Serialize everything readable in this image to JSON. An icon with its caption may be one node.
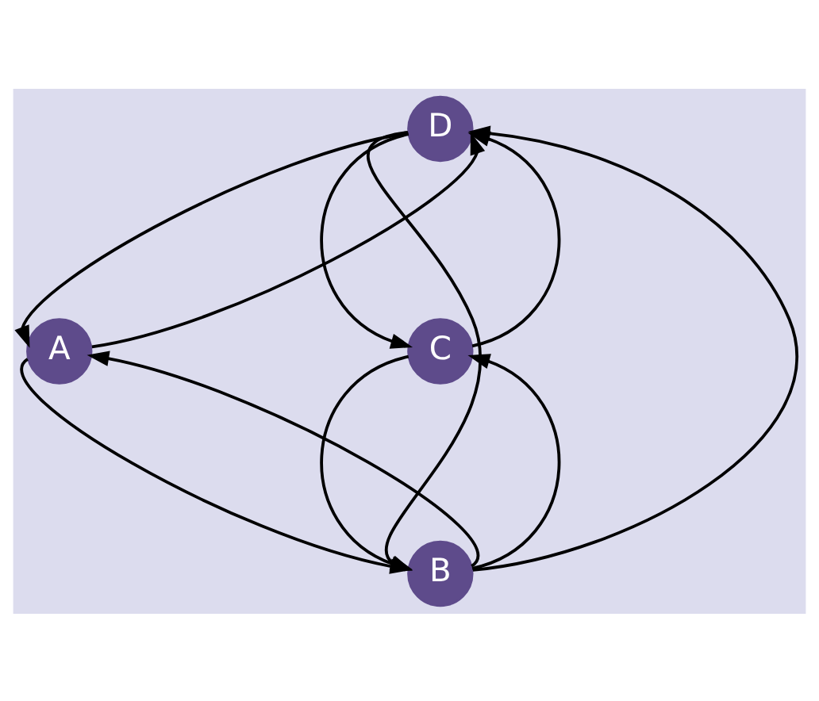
{
  "diagram": {
    "nodes": [
      {
        "text": [
          "D"
        ]
      },
      {
        "text": [
          "A"
        ]
      },
      {
        "text": [
          "C"
        ]
      },
      {
        "text": [
          "B"
        ]
      }
    ],
    "edges": [
      {
        "from": 0,
        "to": 1,
        "arrow": "to"
      },
      {
        "from": 1,
        "to": 0,
        "arrow": "to"
      },
      {
        "from": 0,
        "to": 3,
        "arrow": "to"
      },
      {
        "from": 3,
        "to": 0,
        "arrow": "to"
      },
      {
        "from": 0,
        "to": 2,
        "arrow": "to"
      },
      {
        "from": 2,
        "to": 0,
        "arrow": "to"
      },
      {
        "from": 1,
        "to": 3,
        "arrow": "to"
      },
      {
        "from": 3,
        "to": 1,
        "arrow": "to"
      },
      {
        "from": 2,
        "to": 3,
        "arrow": "to"
      },
      {
        "from": 3,
        "to": 2,
        "arrow": "to"
      }
    ]
  }
}
